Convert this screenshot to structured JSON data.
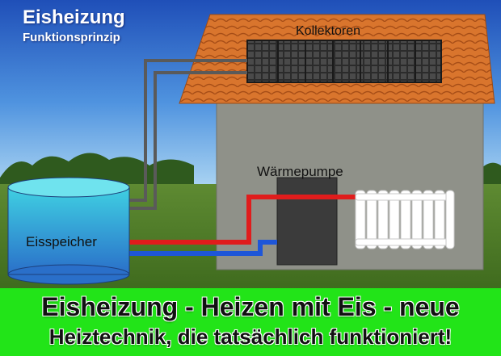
{
  "title": "Eisheizung",
  "subtitle": "Funktionsprinzip",
  "labels": {
    "collectors": "Kollektoren",
    "heatpump": "Wärmepumpe",
    "ice_storage": "Eisspeicher"
  },
  "banner": {
    "line1": "Eisheizung - Heizen mit Eis - neue",
    "line2": "Heiztechnik, die tatsächlich funktioniert!"
  },
  "colors": {
    "sky": "#2f6fcf",
    "roof": "#d9752d",
    "wall": "#8f9189",
    "warm_pipe": "#e01c1c",
    "cold_pipe": "#1e56d8",
    "tank": "#3fb6d6",
    "banner": "#22e418"
  }
}
